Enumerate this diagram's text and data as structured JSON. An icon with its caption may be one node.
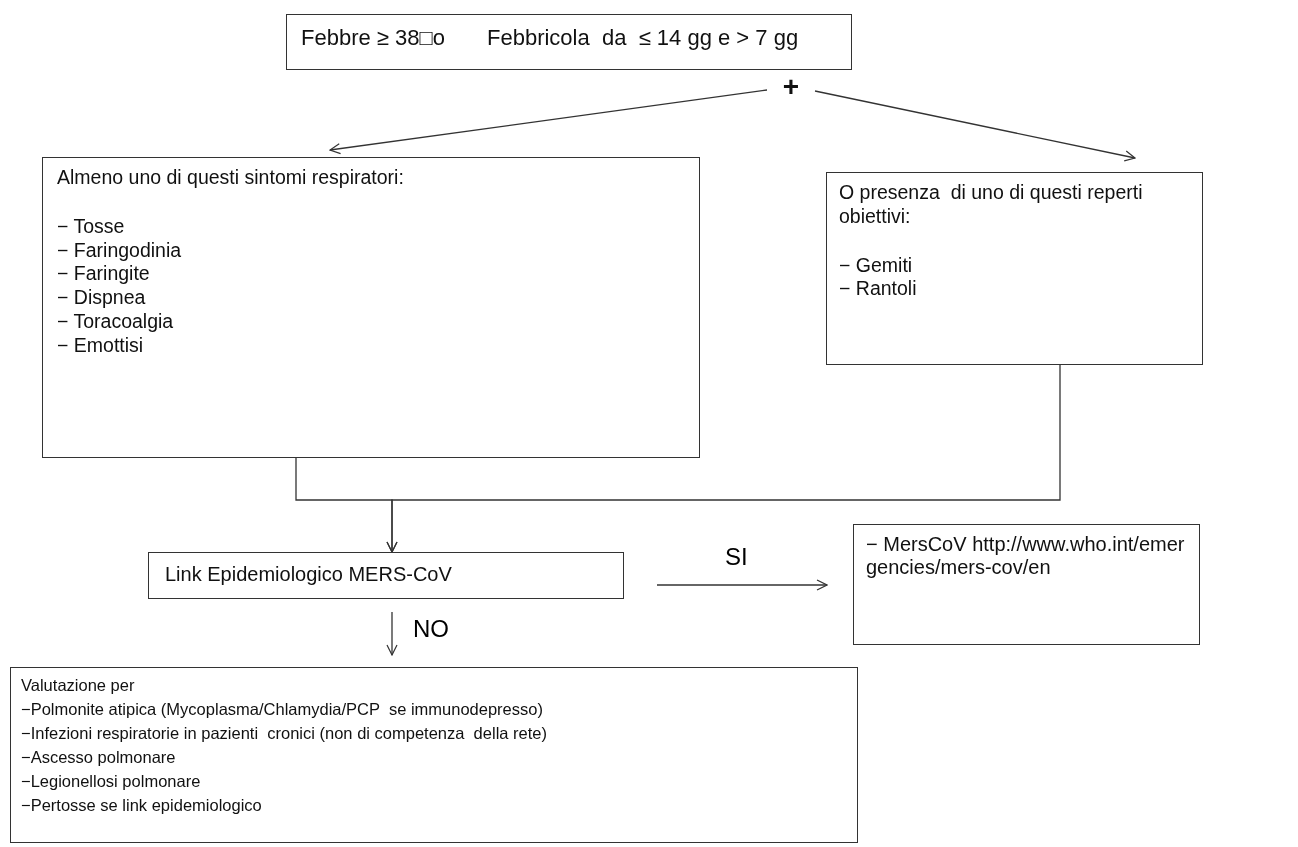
{
  "diagram": {
    "nodes": [
      {
        "text": [
          "Febbre ≥ 38□o",
          "Febbricola  da  ≤ 14 gg e > 7 gg"
        ]
      },
      {
        "text": [
          "+"
        ]
      },
      {
        "text": [
          "Almeno uno di questi sintomi respiratori:",
          "− Tosse",
          "− Faringodinia",
          "− Faringite",
          "− Dispnea",
          "− Toracoalgia",
          "− Emottisi"
        ]
      },
      {
        "text": [
          "O presenza  di uno di questi reperti obiettivi:",
          "− Gemiti",
          "− Rantoli"
        ]
      },
      {
        "text": [
          "Link Epidemiologico MERS-CoV"
        ]
      },
      {
        "text": [
          "− MersCoV http://www.who.int/emergencies/mers-cov/en"
        ]
      },
      {
        "text": [
          "Valutazione per",
          "−Polmonite atipica (Mycoplasma/Chlamydia/PCP  se immunodepresso)",
          "−Infezioni respiratorie in pazienti  cronici (non di competenza  della rete)",
          "−Ascesso polmonare",
          "−Legionellosi polmonare",
          "−Pertosse se link epidemiologico"
        ]
      }
    ],
    "edges": [
      {
        "from": 1,
        "to": 2,
        "arrow": "to"
      },
      {
        "from": 1,
        "to": 3,
        "arrow": "to"
      },
      {
        "from": 2,
        "to": 4,
        "arrow": "to"
      },
      {
        "from": 3,
        "to": 4,
        "arrow": "to"
      },
      {
        "from": 4,
        "to": 5,
        "arrow": "to",
        "label": "SI"
      },
      {
        "from": 4,
        "to": 6,
        "arrow": "to",
        "label": "NO"
      }
    ]
  }
}
